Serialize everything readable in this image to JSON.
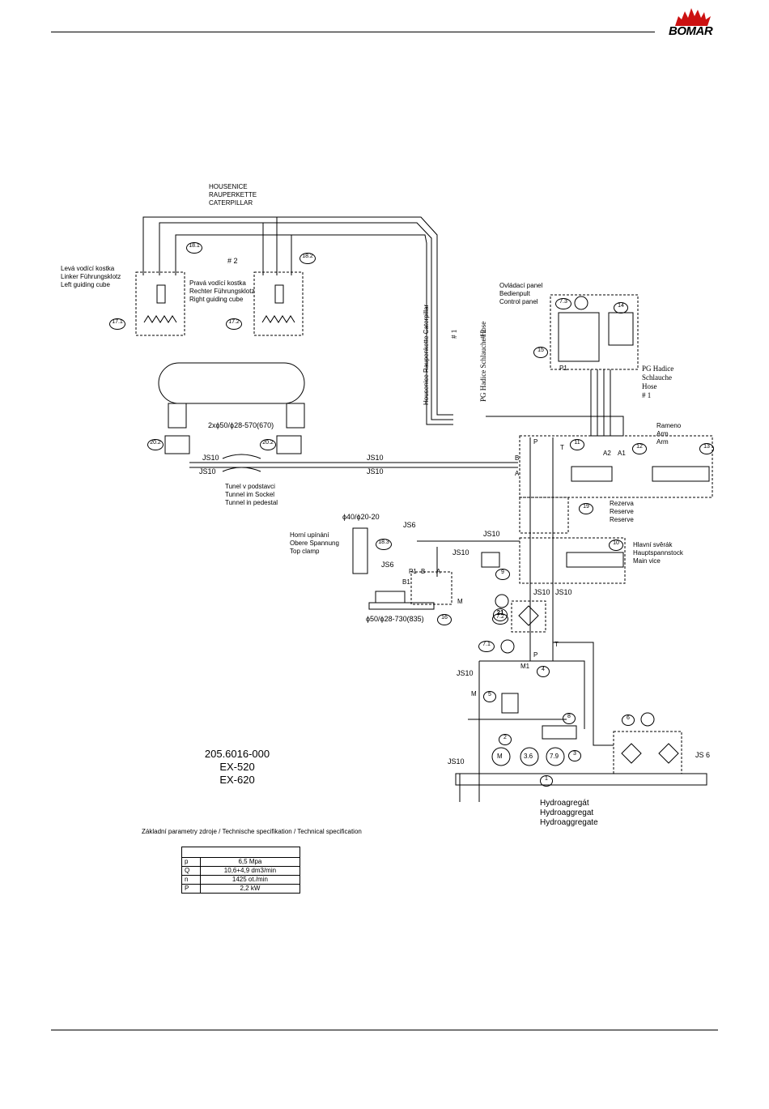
{
  "brand": {
    "name": "BOMAR",
    "accent": "#cc1111"
  },
  "labels": {
    "caterpillar": [
      "HOUSENICE",
      "RAUPERKETTE",
      "CATERPILLAR"
    ],
    "left_cube": [
      "Levá vodící kostka",
      "Linker Führungsklotz",
      "Left guiding cube"
    ],
    "right_cube": [
      "Pravá vodící kostka",
      "Rechter Führungsklotz",
      "Right guiding cube"
    ],
    "control_panel": [
      "Ovládací panel",
      "Bedienpult",
      "Control panel"
    ],
    "pg_hose_right": [
      "PG Hadice",
      "Schlauche",
      "Hose",
      "# 1"
    ],
    "vert_caterpillar": [
      "Housenice",
      "Raupenkette",
      "Caterpillar"
    ],
    "vert_hose": [
      "PG Hadice",
      "Schlauche",
      "Hose"
    ],
    "vert_hash1": "# 1",
    "vert_hash2": "# 2",
    "hash2": "# 2",
    "arm": [
      "Rameno",
      "Arm",
      "Arm"
    ],
    "cyl_spec": "2xϕ50/ϕ28-570(670)",
    "tunnel": [
      "Tunel v podstavci",
      "Tunnel im Sockel",
      "Tunnel in pedestal"
    ],
    "reserve": [
      "Rezerva",
      "Reserve",
      "Reserve"
    ],
    "top_clamp_size": "ϕ40/ϕ20-20",
    "top_clamp": [
      "Horní upínání",
      "Obere Spannung",
      "Top clamp"
    ],
    "main_vice": [
      "Hlavní svěrák",
      "Hauptspannstock",
      "Main vice"
    ],
    "main_cyl": "ϕ50/ϕ28-730(835)",
    "hydro": [
      "Hydroagregát",
      "Hydroaggregat",
      "Hydroaggregate"
    ],
    "drawing_no": [
      "205.6016-000",
      "EX-520",
      "EX-620"
    ],
    "js10": "JS10",
    "js6": "JS6",
    "js6b": "JS 6",
    "m": "M",
    "p": "P",
    "t": "T",
    "a": "A",
    "b": "B",
    "a1": "A1",
    "a2": "A2",
    "p1": "P1",
    "b1": "B1",
    "pump_a": "3.6",
    "pump_b": "7.9",
    "motor": "M",
    "m1": "M1"
  },
  "circles": [
    "18.1",
    "18.2",
    "17.1",
    "17.2",
    "7.3",
    "14",
    "15",
    "20.2",
    "20.2",
    "11",
    "12",
    "13",
    "19",
    "18.3",
    "10",
    "9",
    "16",
    "7.2",
    "21",
    "7.1",
    "4",
    "5",
    "8",
    "6",
    "2",
    "3",
    "1"
  ],
  "spec": {
    "caption": "Základní parametry zdroje / Technische specifikation / Technical specification",
    "rows": [
      {
        "sym": "p",
        "val": "6,5 Mpa"
      },
      {
        "sym": "Q",
        "val": "10,6+4,9 dm3/min"
      },
      {
        "sym": "n",
        "val": "1425 ot./min"
      },
      {
        "sym": "P",
        "val": "2,2 kW"
      }
    ]
  }
}
